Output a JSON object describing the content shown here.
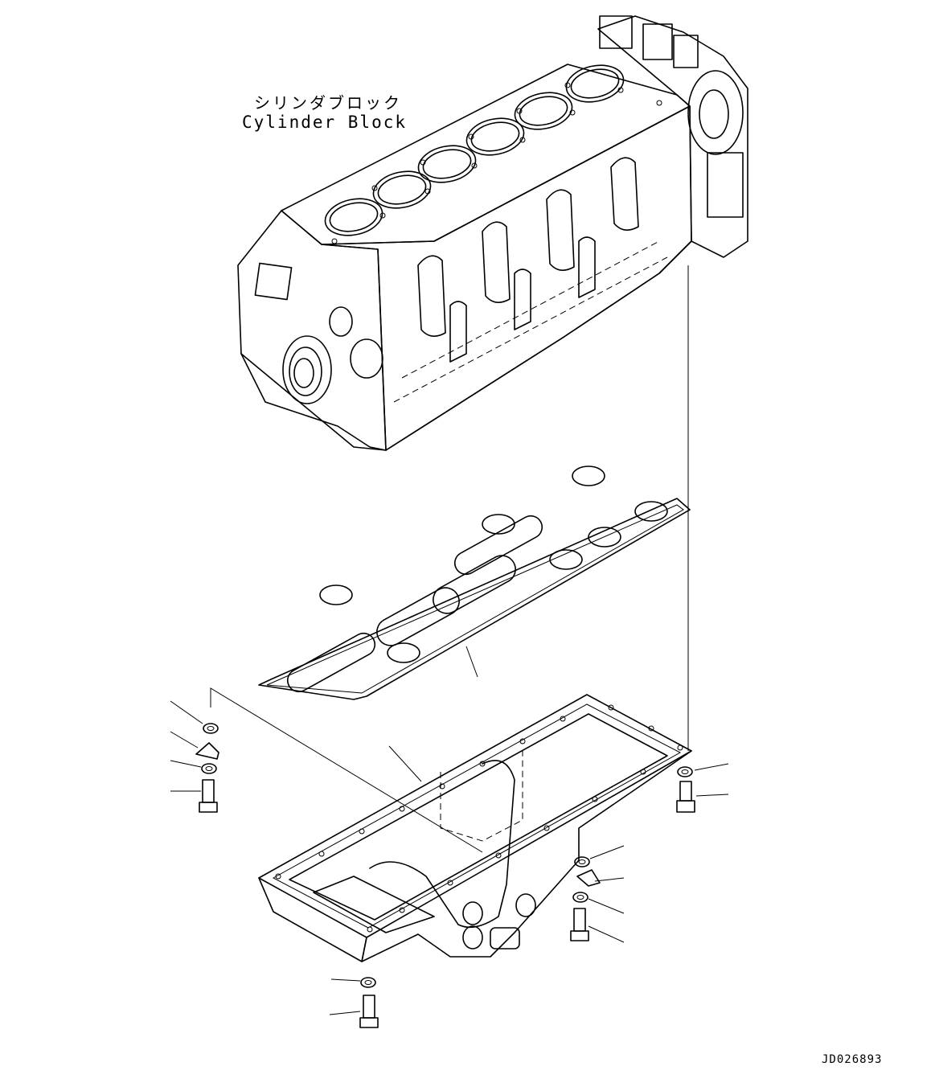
{
  "labels": {
    "part_name_jp": "シリンダブロック",
    "part_name_en": "Cylinder Block",
    "drawing_id": "JD026893"
  },
  "colors": {
    "line": "#000000",
    "background": "#ffffff"
  }
}
